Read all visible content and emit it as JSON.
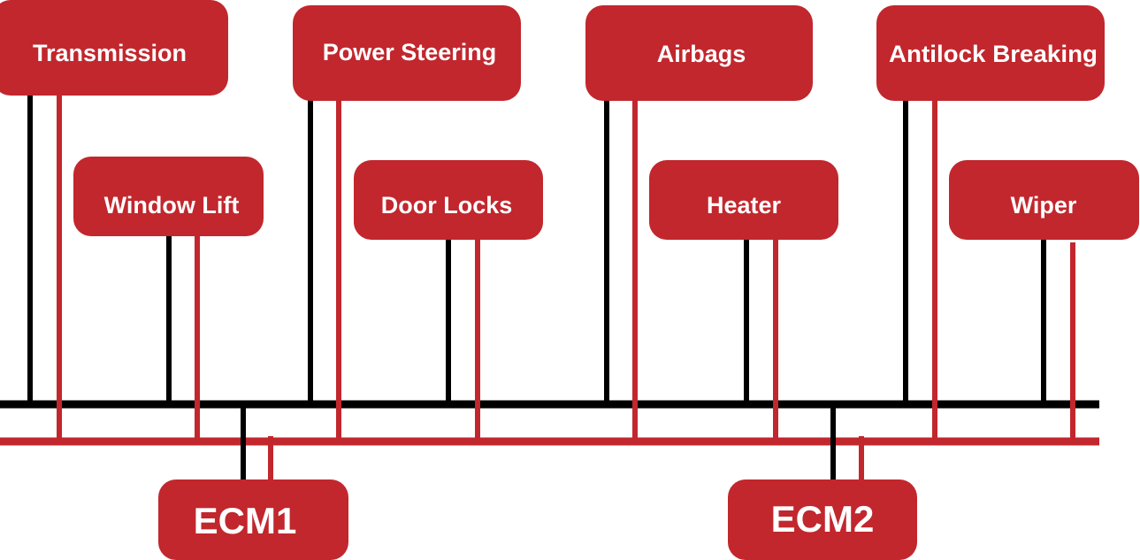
{
  "colors": {
    "node_fill": "#c1272d",
    "bus_black": "#000000",
    "bus_red": "#c1272d",
    "label_text": "#ffffff"
  },
  "modules_top": [
    {
      "id": "transmission",
      "label": "Transmission"
    },
    {
      "id": "power-steering",
      "label": "Power Steering"
    },
    {
      "id": "airbags",
      "label": "Airbags"
    },
    {
      "id": "antilock-breaking",
      "label": "Antilock Breaking"
    }
  ],
  "modules_middle": [
    {
      "id": "window-lift",
      "label": "Window Lift"
    },
    {
      "id": "door-locks",
      "label": "Door Locks"
    },
    {
      "id": "heater",
      "label": "Heater"
    },
    {
      "id": "wiper",
      "label": "Wiper"
    }
  ],
  "controllers": [
    {
      "id": "ecm1",
      "label": "ECM1"
    },
    {
      "id": "ecm2",
      "label": "ECM2"
    }
  ]
}
